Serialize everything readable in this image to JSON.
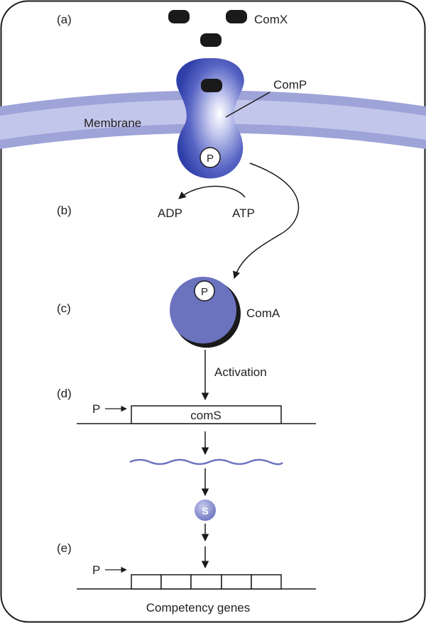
{
  "panel_labels": {
    "a": "(a)",
    "b": "(b)",
    "c": "(c)",
    "d": "(d)",
    "e": "(e)"
  },
  "labels": {
    "comx": "ComX",
    "comp": "ComP",
    "membrane": "Membrane",
    "phosphate": "P",
    "adp": "ADP",
    "atp": "ATP",
    "coma": "ComA",
    "activation": "Activation",
    "promoter": "P",
    "coms_gene": "comS",
    "coms_protein": "S",
    "competency_genes": "Competency genes"
  },
  "colors": {
    "border": "#1a1a1a",
    "membrane_outer": "#9ea3d8",
    "membrane_inner": "#c3c6eb",
    "comp_dark": "#2f3fa8",
    "comp_light": "#ffffff",
    "coma_fill": "#6b73bf",
    "mrna": "#6b73bf",
    "coms_sphere": "#7f86cc",
    "ligand": "#1a1a1a"
  },
  "icons": {
    "comx": "ligand-pill-shape",
    "comp": "receptor-hourglass-shape",
    "coma": "sphere-shape",
    "arrow": "arrow-head"
  }
}
